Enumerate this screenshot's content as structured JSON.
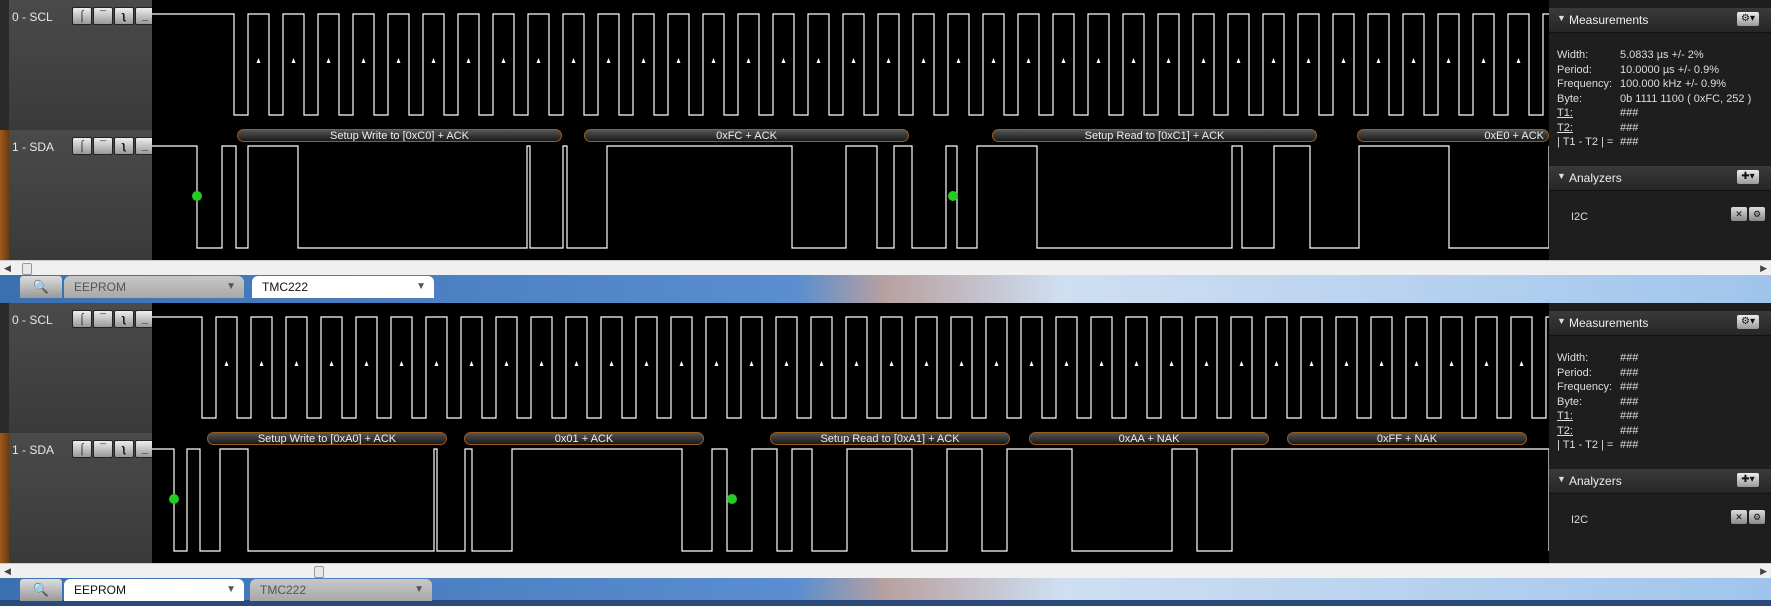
{
  "panels": [
    {
      "channels": [
        {
          "name": "0 - SCL"
        },
        {
          "name": "1 - SDA"
        }
      ],
      "annotations": [
        {
          "text": "Setup Write to [0xC0] + ACK"
        },
        {
          "text": "0xFC + ACK"
        },
        {
          "text": "Setup Read to [0xC1] + ACK"
        },
        {
          "text": "0xE0 + ACK"
        }
      ],
      "measurements": {
        "title": "Measurements",
        "width_label": "Width:",
        "width": "5.0833 µs +/- 2%",
        "period_label": "Period:",
        "period": "10.0000 µs +/- 0.9%",
        "frequency_label": "Frequency:",
        "frequency": "100.000 kHz +/- 0.9%",
        "byte_label": "Byte:",
        "byte": "0b 1111 1100 ( 0xFC, 252 )",
        "t1_label": "T1:",
        "t1": "###",
        "t2_label": "T2:",
        "t2": "###",
        "diff_label": "| T1 - T2 | =",
        "diff": "###"
      },
      "analyzers": {
        "title": "Analyzers",
        "items": [
          "I2C"
        ]
      },
      "tabs": [
        {
          "label": "EEPROM",
          "active": false
        },
        {
          "label": "TMC222",
          "active": true
        }
      ]
    },
    {
      "channels": [
        {
          "name": "0 - SCL"
        },
        {
          "name": "1 - SDA"
        }
      ],
      "annotations": [
        {
          "text": "Setup Write to [0xA0] + ACK"
        },
        {
          "text": "0x01 + ACK"
        },
        {
          "text": "Setup Read to [0xA1] + ACK"
        },
        {
          "text": "0xAA + NAK"
        },
        {
          "text": "0xFF + NAK"
        }
      ],
      "measurements": {
        "title": "Measurements",
        "width_label": "Width:",
        "width": "###",
        "period_label": "Period:",
        "period": "###",
        "frequency_label": "Frequency:",
        "frequency": "###",
        "byte_label": "Byte:",
        "byte": "###",
        "t1_label": "T1:",
        "t1": "###",
        "t2_label": "T2:",
        "t2": "###",
        "diff_label": "| T1 - T2 | =",
        "diff": "###"
      },
      "analyzers": {
        "title": "Analyzers",
        "items": [
          "I2C"
        ]
      },
      "tabs": [
        {
          "label": "EEPROM",
          "active": true
        },
        {
          "label": "TMC222",
          "active": false
        }
      ]
    }
  ],
  "icons": {
    "search": "search-icon",
    "gear": "gear-icon",
    "add": "add-icon",
    "close": "close-icon",
    "rising-edge": "rising-edge-icon",
    "high-level": "high-level-icon",
    "falling-edge": "falling-edge-icon",
    "low-level": "low-level-icon"
  },
  "colors": {
    "annotation_border": "#9a5a1a",
    "start_marker": "#22cc22",
    "trace": "#ffffff"
  }
}
